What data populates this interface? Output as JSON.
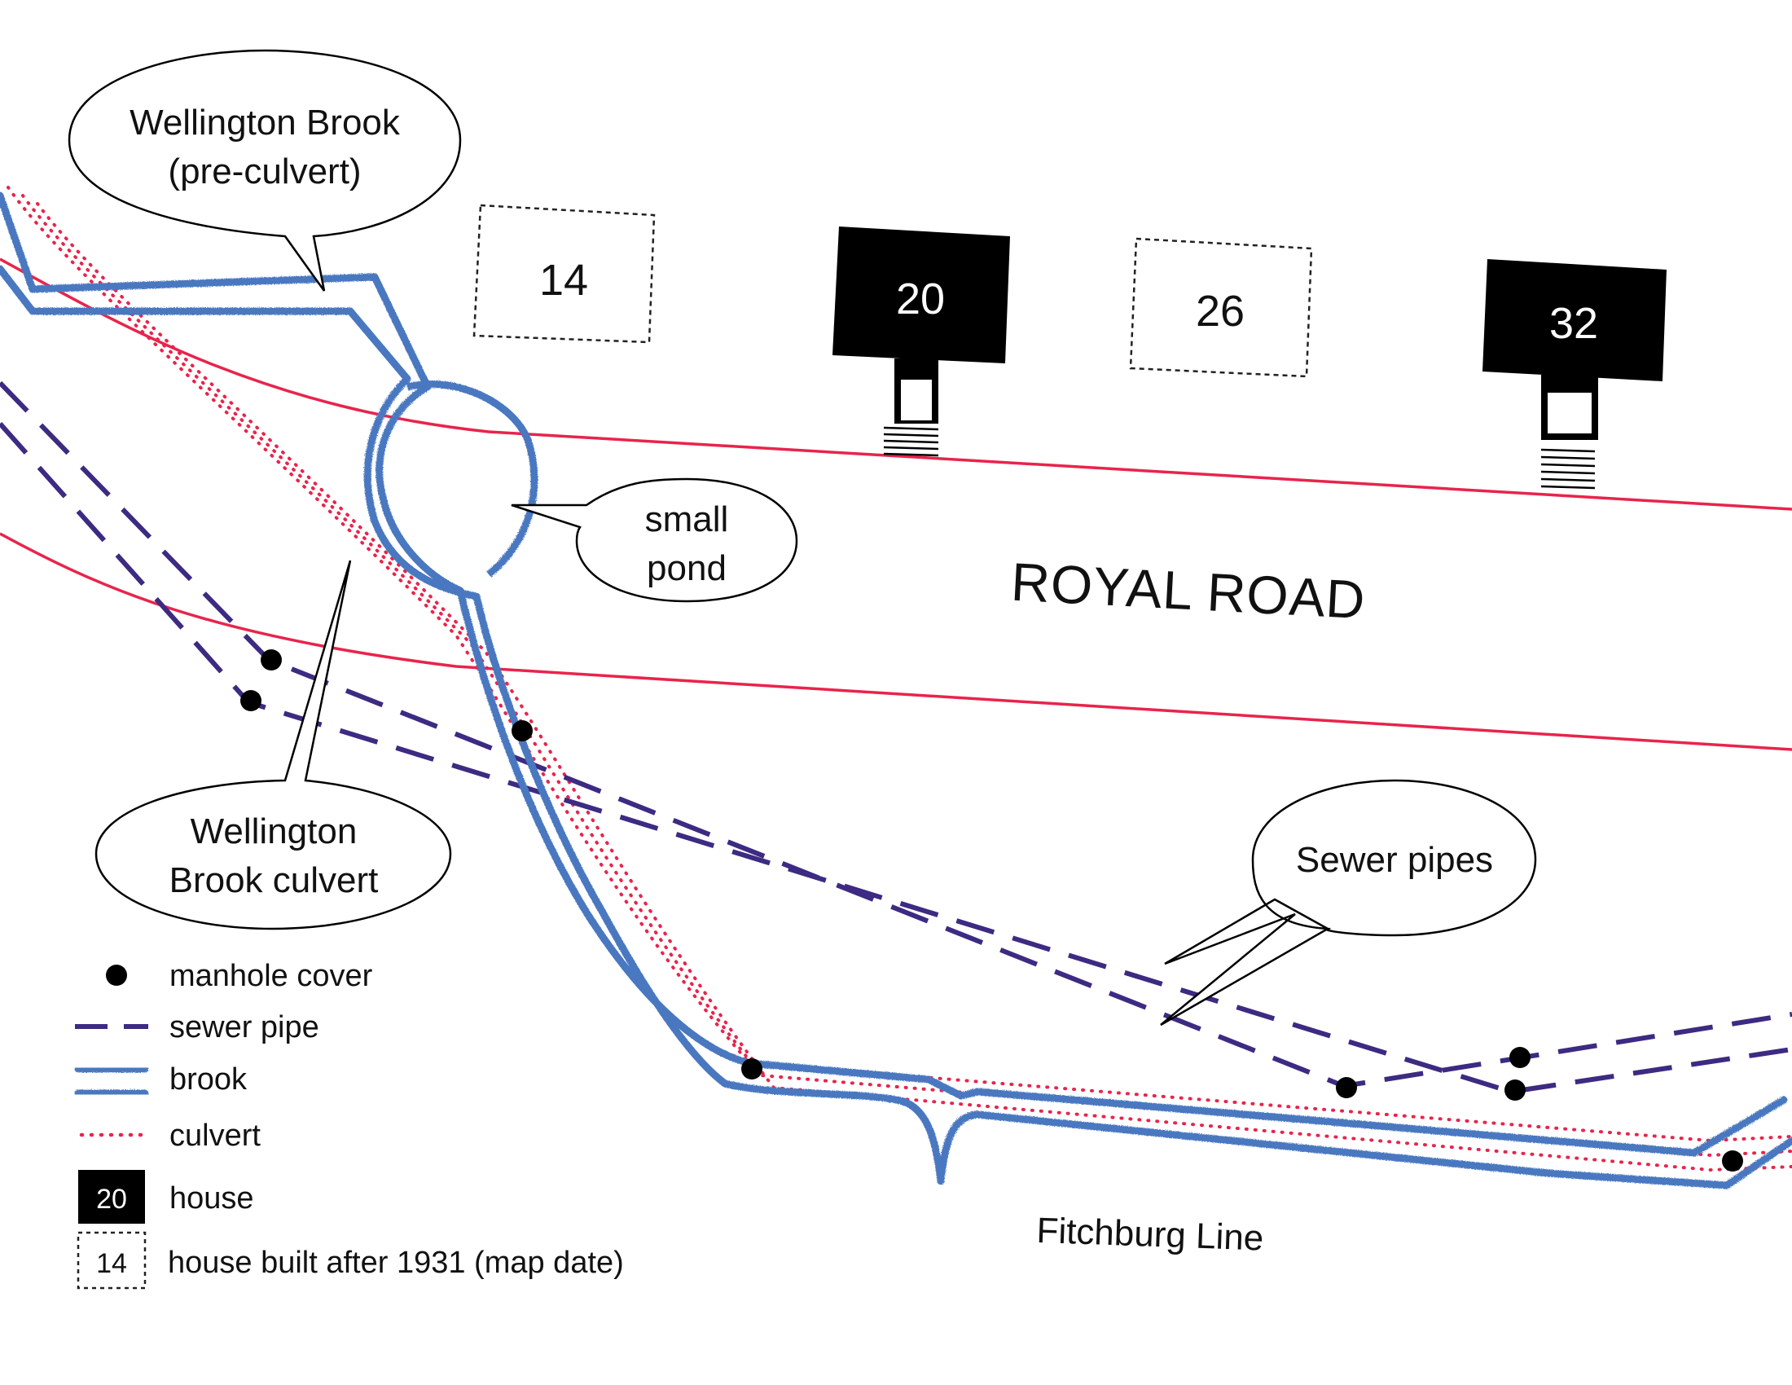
{
  "callouts": {
    "brook_pre_culvert": [
      "Wellington Brook",
      "(pre-culvert)"
    ],
    "small_pond": [
      "small",
      "pond"
    ],
    "brook_culvert": [
      "Wellington",
      "Brook culvert"
    ],
    "sewer_pipes": "Sewer pipes"
  },
  "houses": [
    {
      "number": "14",
      "built_after_1931": true
    },
    {
      "number": "20",
      "built_after_1931": false
    },
    {
      "number": "26",
      "built_after_1931": true
    },
    {
      "number": "32",
      "built_after_1931": false
    }
  ],
  "labels": {
    "road": "ROYAL ROAD",
    "railway": "Fitchburg Line"
  },
  "legend": {
    "manhole": "manhole cover",
    "sewer": "sewer pipe",
    "brook": "brook",
    "culvert": "culvert",
    "house": "house",
    "house_sample_number": "20",
    "house_after": "house built after 1931 (map date)",
    "house_after_sample_number": "14"
  },
  "colors": {
    "brook": "#4a78c0",
    "culvert": "#e8244c",
    "road": "#e8244c",
    "sewer": "#3d2a82",
    "house": "#000000",
    "manhole": "#000000"
  }
}
